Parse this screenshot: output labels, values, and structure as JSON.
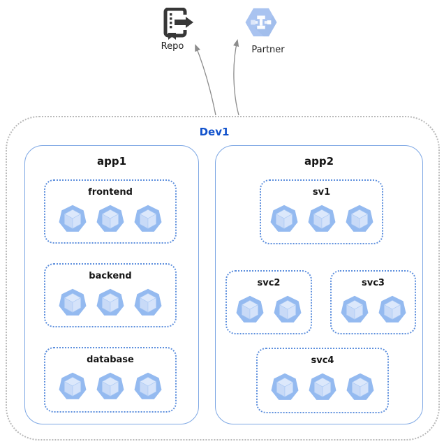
{
  "diagram": {
    "boundary_label": "Dev1",
    "external_nodes": [
      {
        "label": "Repo",
        "icon": "source-repo-icon"
      },
      {
        "label": "Partner",
        "icon": "partner-interconnect-icon"
      }
    ],
    "apps": [
      {
        "label": "app1",
        "services": [
          {
            "label": "frontend",
            "pods": 3
          },
          {
            "label": "backend",
            "pods": 3
          },
          {
            "label": "database",
            "pods": 3
          }
        ]
      },
      {
        "label": "app2",
        "services": [
          {
            "label": "sv1",
            "pods": 3
          },
          {
            "label": "svc2",
            "pods": 2
          },
          {
            "label": "svc3",
            "pods": 2
          },
          {
            "label": "svc4",
            "pods": 3
          }
        ]
      }
    ],
    "edges": [
      {
        "from": "frontend",
        "to": "backend"
      },
      {
        "from": "backend",
        "to": "database"
      },
      {
        "from": "sv1",
        "to": "svc2"
      },
      {
        "from": "sv1",
        "to": "svc3"
      },
      {
        "from": "svc2",
        "to": "svc4"
      },
      {
        "from": "Dev1",
        "to": "Repo"
      },
      {
        "from": "Dev1",
        "to": "Partner"
      }
    ],
    "colors": {
      "boundary_border": "#b9b9b9",
      "app_border": "#7da7e4",
      "service_border": "#5d8fdd",
      "boundary_label": "#1152cc",
      "node_label": "#161616",
      "pod_fill": "#94baf0",
      "pod_cube": "#d5e3fa",
      "arrow": "#5b5b5b",
      "external_arrow": "#8c8c8c",
      "repo_icon": "#373737",
      "partner_hexagon": "#a9c3f0"
    }
  }
}
